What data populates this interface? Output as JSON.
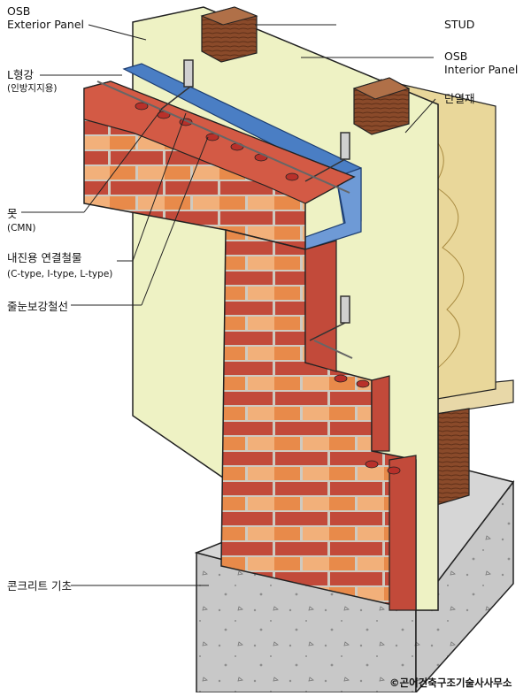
{
  "labels": {
    "osb_exterior": "OSB",
    "osb_exterior_2": "Exterior Panel",
    "stud": "STUD",
    "osb_interior": "OSB",
    "osb_interior_2": "Interior Panel",
    "insulation": "단열재",
    "angle": "L형강",
    "angle_sub": "(인방지지용)",
    "nail": "못",
    "nail_sub": "(CMN)",
    "tie": "내진용 연결철물",
    "tie_sub": "(C-type, I-type, L-type)",
    "joint_rebar": "줄눈보강철선",
    "foundation": "콘크리트 기초"
  },
  "copyright": "©곤어건축구조기술사사무소",
  "colors": {
    "brick_red": "#c24a3a",
    "brick_orange": "#e88a4a",
    "brick_light": "#f2b07a",
    "mortar": "#cfcac0",
    "osb": "#eef2c4",
    "stud": "#8a4a2a",
    "insulation": "#e9d79a",
    "steel": "#4a7ec4",
    "concrete": "#c8c8c8"
  }
}
